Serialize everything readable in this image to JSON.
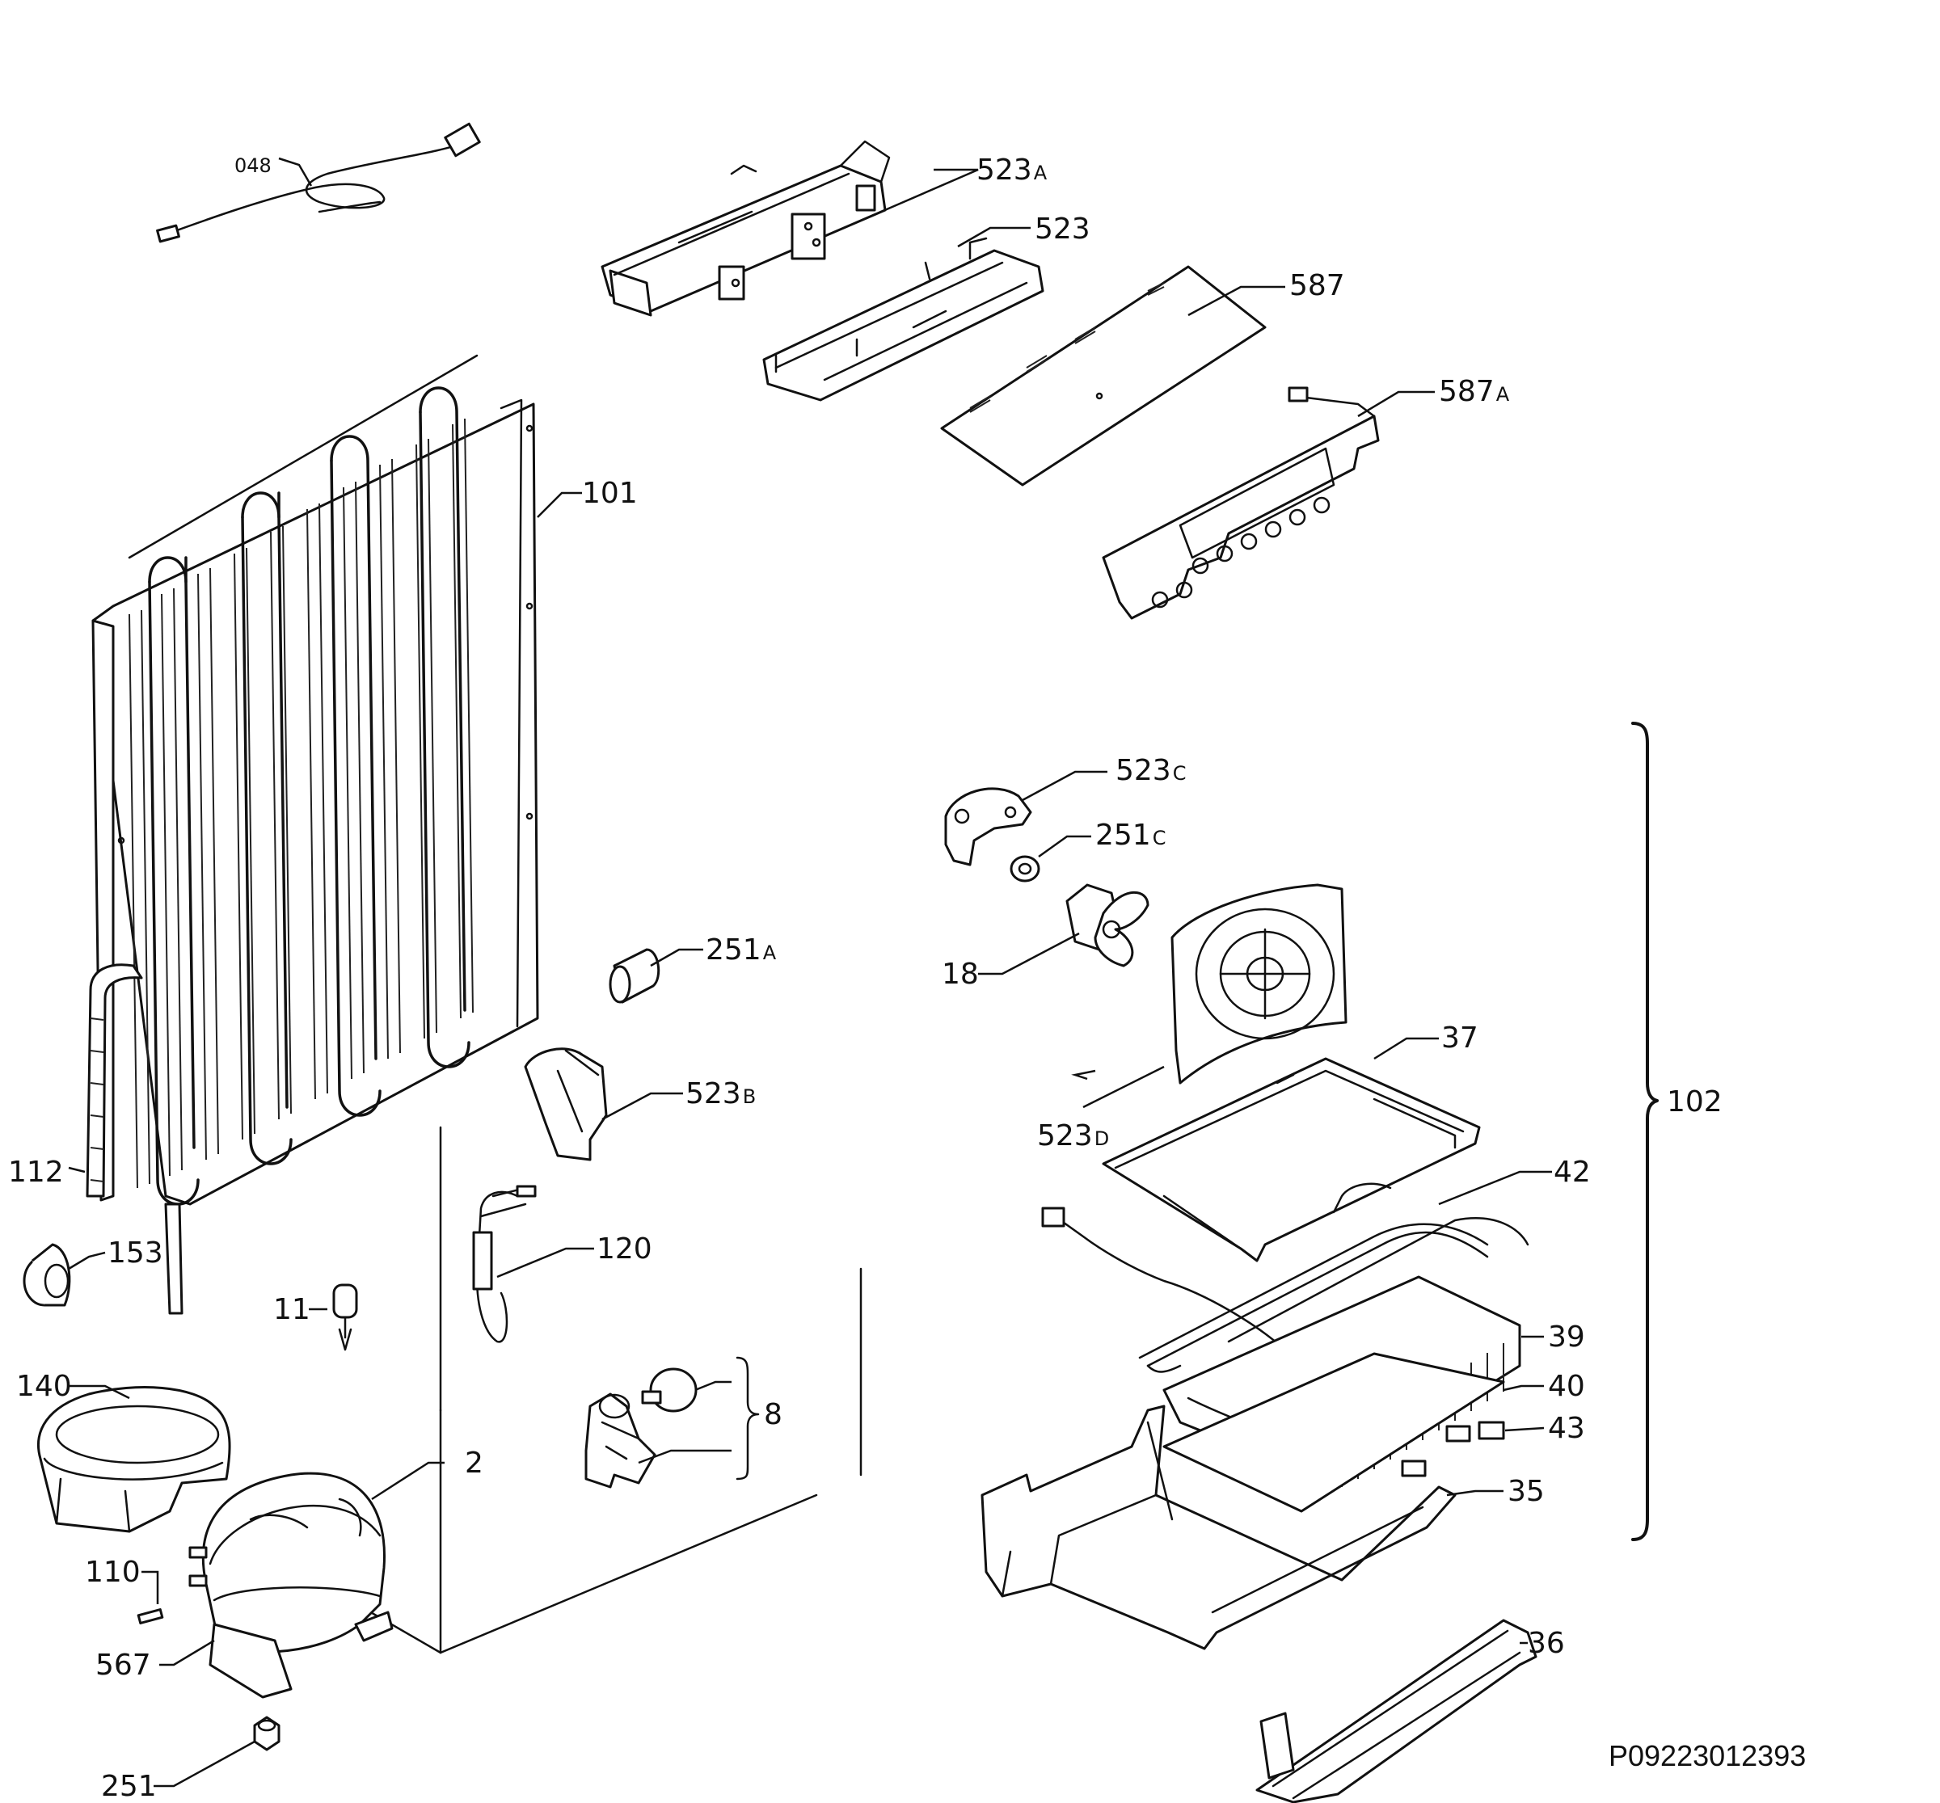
{
  "drawing_number": "P09223012393",
  "callouts": {
    "c048": "048",
    "c523a": "523",
    "c523a_suffix": "A",
    "c523": "523",
    "c587": "587",
    "c587a": "587",
    "c587a_suffix": "A",
    "c101": "101",
    "c523c": "523",
    "c523c_suffix": "C",
    "c251c": "251",
    "c251c_suffix": "C",
    "c18": "18",
    "c251a": "251",
    "c251a_suffix": "A",
    "c37": "37",
    "c523b": "523",
    "c523b_suffix": "B",
    "c523d": "523",
    "c523d_suffix": "D",
    "c102": "102",
    "c112": "112",
    "c42": "42",
    "c120": "120",
    "c153": "153",
    "c11": "11",
    "c39": "39",
    "c40": "40",
    "c140": "140",
    "c8": "8",
    "c43": "43",
    "c35": "35",
    "c2": "2",
    "c110": "110",
    "c567": "567",
    "c36": "36",
    "c251": "251"
  }
}
